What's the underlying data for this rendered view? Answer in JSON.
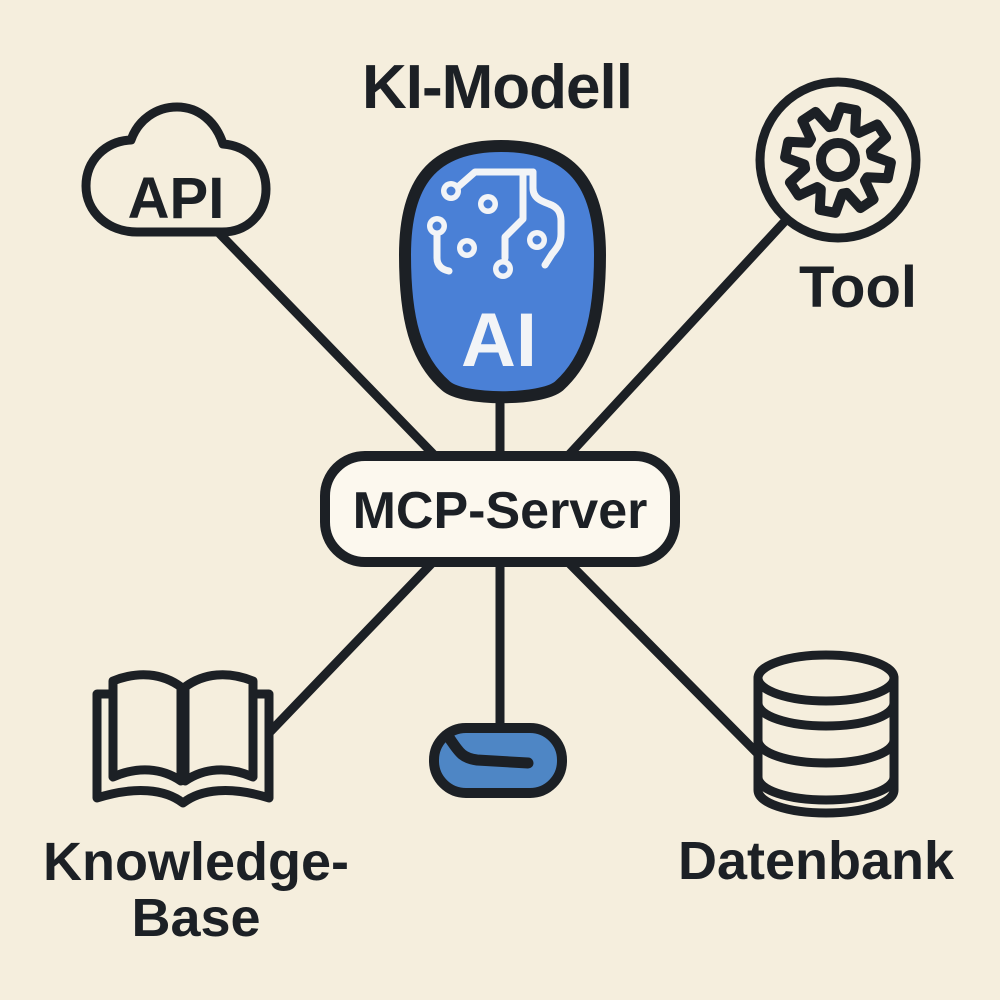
{
  "diagram_type": "architecture",
  "colors": {
    "background": "#f5eedd",
    "ink": "#1c2025",
    "head_blue": "#4a80d6",
    "pill_blue": "#4e86c5",
    "box_fill": "#fcf8ee",
    "trace_white": "#f2f4f7"
  },
  "nodes": {
    "ai_model": {
      "label": "KI-Modell",
      "badge": "AI",
      "icon": "ai-head-circuit-icon"
    },
    "api": {
      "label": "API",
      "icon": "cloud-icon"
    },
    "tool": {
      "label": "Tool",
      "icon": "gear-icon"
    },
    "mcp_server": {
      "label": "MCP-Server"
    },
    "knowledge_base": {
      "label_lines": [
        "Knowledge-",
        "Base"
      ],
      "icon": "open-book-icon"
    },
    "connector": {
      "icon": "connector-pill-icon"
    },
    "database": {
      "label": "Datenbank",
      "icon": "database-cylinder-icon"
    }
  },
  "edges": [
    {
      "from": "api",
      "to": "mcp_server"
    },
    {
      "from": "ai_model",
      "to": "mcp_server"
    },
    {
      "from": "tool",
      "to": "mcp_server"
    },
    {
      "from": "knowledge_base",
      "to": "mcp_server"
    },
    {
      "from": "connector",
      "to": "mcp_server"
    },
    {
      "from": "database",
      "to": "mcp_server"
    }
  ]
}
